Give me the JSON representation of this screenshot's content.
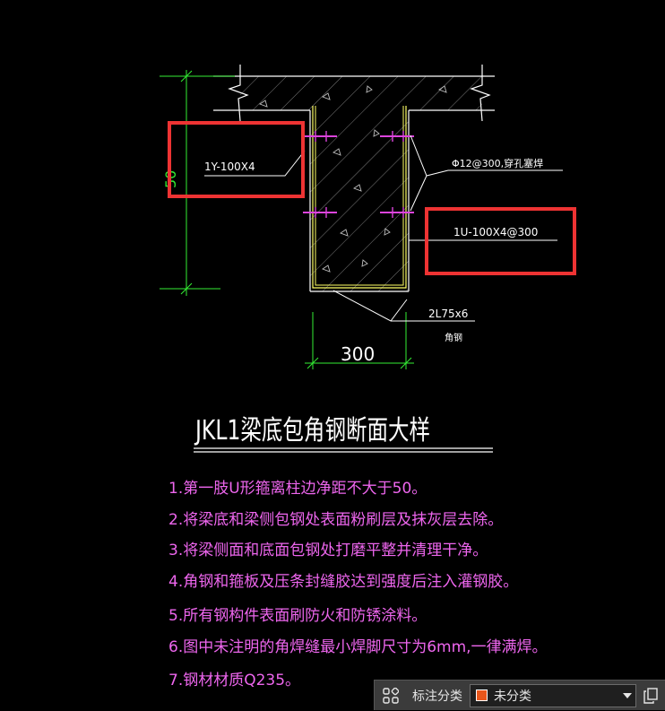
{
  "drawing": {
    "callout_left": "1Y-100X4",
    "callout_rebar": "Φ12@300,穿孔塞焊",
    "callout_right": "1U-100X4@300",
    "callout_angle": "2L75x6",
    "callout_angle_note": "角钢",
    "dimension_width": "300",
    "title": "JKL1梁底包角钢断面大样",
    "notes": [
      "1.第一肢U形箍离柱边净距不大于50。",
      "2.将梁底和梁侧包钢处表面粉刷层及抹灰层去除。",
      "3.将梁侧面和底面包钢处打磨平整并清理干净。",
      "4.角钢和箍板及压条封缝胶达到强度后注入灌钢胶。",
      "5.所有钢构件表面刷防火和防锈涂料。",
      "6.图中未注明的角焊缝最小焊脚尺寸为6mm,一律满焊。",
      "7.钢材材质Q235。"
    ]
  },
  "colors": {
    "structure": "#ffffff",
    "dimension": "#33ee33",
    "steel_plate": "#ffff66",
    "bolt": "#dd44dd",
    "annotation_text": "#ffffff",
    "notes_text": "#ee66ee",
    "highlight_box": "#ee3333",
    "category_swatch": "#e8561b"
  },
  "status_bar": {
    "category_label": "标注分类",
    "category_value": "未分类",
    "icons": [
      "grid-icon",
      "chevron-down-icon",
      "copy-icon"
    ]
  }
}
